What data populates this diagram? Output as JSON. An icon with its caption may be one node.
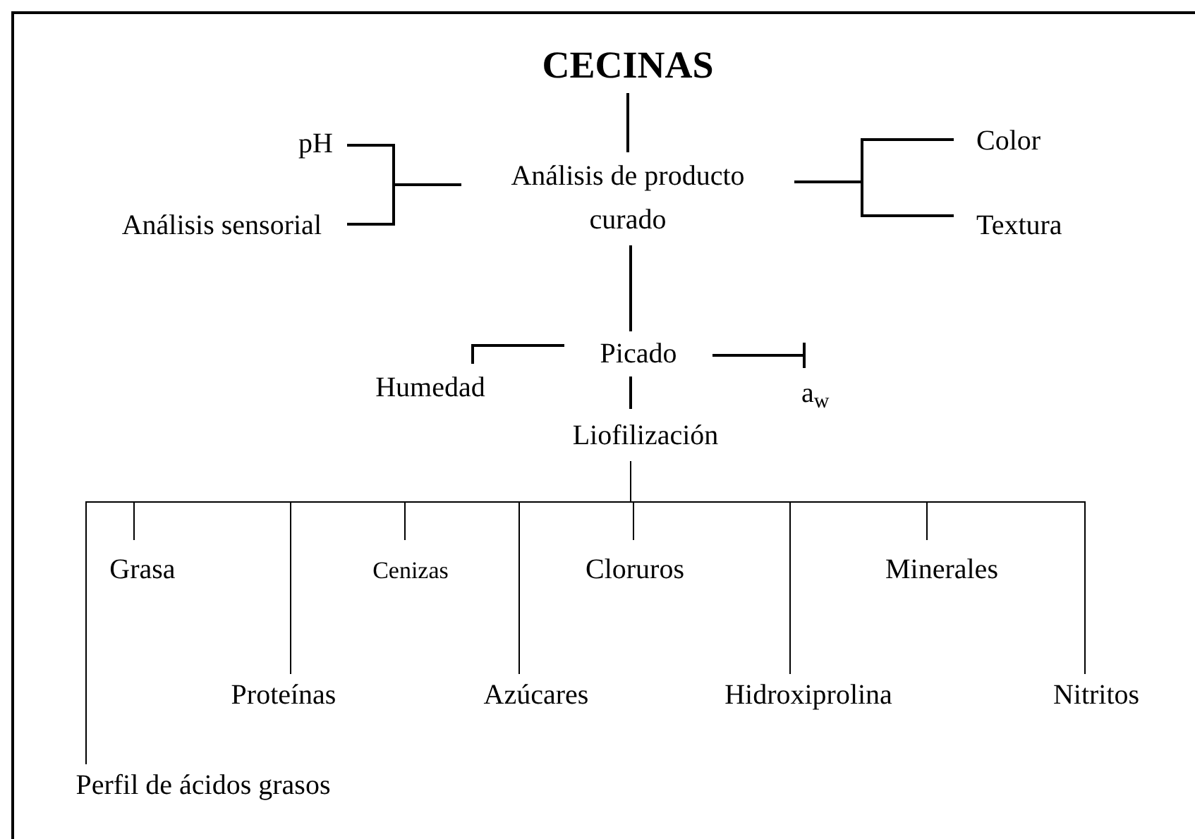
{
  "diagram": {
    "nodes": [
      {
        "text": [
          "CECINAS"
        ]
      },
      {
        "text": [
          "Análisis de producto curado"
        ]
      },
      {
        "text": [
          "pH"
        ]
      },
      {
        "text": [
          "Análisis sensorial"
        ]
      },
      {
        "text": [
          "Color"
        ]
      },
      {
        "text": [
          "Textura"
        ]
      },
      {
        "text": [
          "Picado"
        ]
      },
      {
        "text": [
          "Humedad"
        ]
      },
      {
        "text": [
          "a$_{w}$"
        ]
      },
      {
        "text": [
          "Liofilización"
        ]
      },
      {
        "text": [
          "Grasa"
        ]
      },
      {
        "text": [
          "Cenizas"
        ]
      },
      {
        "text": [
          "Cloruros"
        ]
      },
      {
        "text": [
          "Minerales"
        ]
      },
      {
        "text": [
          "Proteínas"
        ]
      },
      {
        "text": [
          "Azúcares"
        ]
      },
      {
        "text": [
          "Hidroxiprolina"
        ]
      },
      {
        "text": [
          "Nitritos"
        ]
      },
      {
        "text": [
          "Perfil de ácidos grasos"
        ]
      }
    ],
    "edges": [
      {
        "from": 0,
        "to": 1,
        "arrow": "none"
      },
      {
        "from": 2,
        "to": 1,
        "arrow": "none"
      },
      {
        "from": 3,
        "to": 1,
        "arrow": "none"
      },
      {
        "from": 1,
        "to": 4,
        "arrow": "none"
      },
      {
        "from": 1,
        "to": 5,
        "arrow": "none"
      },
      {
        "from": 1,
        "to": 6,
        "arrow": "none"
      },
      {
        "from": 6,
        "to": 7,
        "arrow": "none"
      },
      {
        "from": 6,
        "to": 8,
        "arrow": "other"
      },
      {
        "from": 6,
        "to": 9,
        "arrow": "none"
      },
      {
        "from": 9,
        "to": 10,
        "arrow": "none"
      },
      {
        "from": 9,
        "to": 11,
        "arrow": "none"
      },
      {
        "from": 9,
        "to": 12,
        "arrow": "none"
      },
      {
        "from": 9,
        "to": 13,
        "arrow": "none"
      },
      {
        "from": 9,
        "to": 14,
        "arrow": "none"
      },
      {
        "from": 9,
        "to": 15,
        "arrow": "none"
      },
      {
        "from": 9,
        "to": 16,
        "arrow": "none"
      },
      {
        "from": 9,
        "to": 17,
        "arrow": "none"
      },
      {
        "from": 9,
        "to": 18,
        "arrow": "none"
      }
    ]
  }
}
